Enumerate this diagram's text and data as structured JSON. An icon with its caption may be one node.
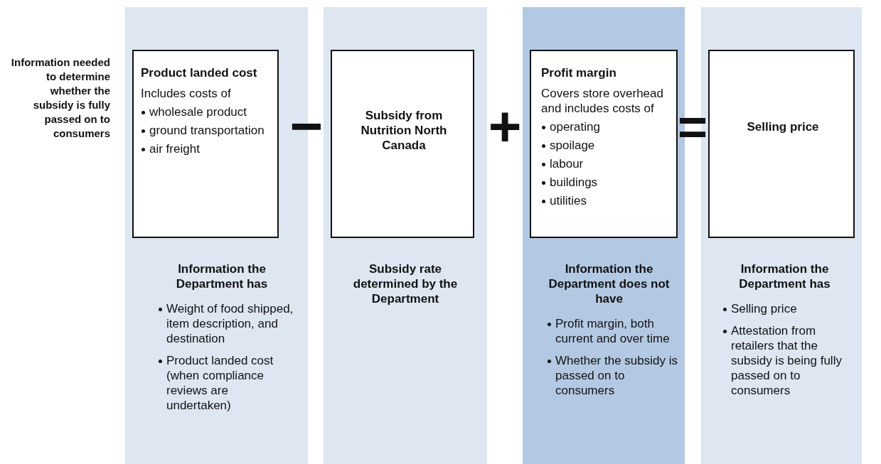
{
  "diagram": {
    "nodes": [
      {
        "text": [
          "Information the Department has",
          "Weight of food shipped, item description, and destination",
          "Product landed cost (when compliance reviews are undertaken)"
        ]
      },
      {
        "text": [
          "Product landed cost",
          "Includes costs of",
          "wholesale product",
          "ground transportation",
          "air freight"
        ],
        "in": 0
      },
      {
        "text": [
          "Subsidy rate determined by the Department"
        ]
      },
      {
        "text": [
          "Subsidy from Nutrition North Canada"
        ],
        "in": 2
      },
      {
        "text": [
          "Information the Department does not have",
          "Profit margin, both current and over time",
          "Whether the subsidy is passed on to consumers"
        ]
      },
      {
        "text": [
          "Profit margin",
          "Covers store overhead and includes costs of",
          "operating",
          "spoilage",
          "labour",
          "buildings",
          "utilities"
        ],
        "in": 4
      },
      {
        "text": [
          "Information the Department has",
          "Selling price",
          "Attestation from retailers that the subsidy is being fully passed on to consumers"
        ]
      },
      {
        "text": [
          "Selling price"
        ],
        "in": 6
      }
    ],
    "edges": [],
    "labels": [
      "Information needed to determine whether the subsidy is fully passed on to consumers",
      "−",
      "+",
      "="
    ]
  }
}
